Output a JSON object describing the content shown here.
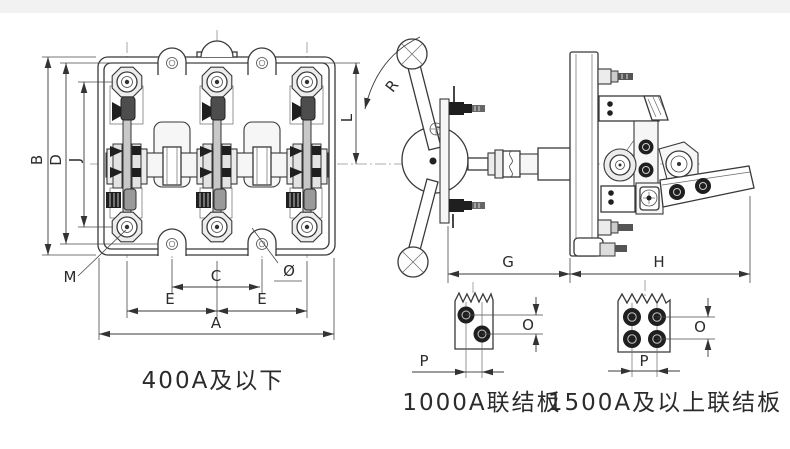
{
  "colors": {
    "ink": "#333333",
    "background": "#ffffff",
    "fill_light": "#ececec",
    "fill_dark": "#1f1f1f"
  },
  "front_view": {
    "caption": "400A及以下",
    "labels": {
      "A": "A",
      "B": "B",
      "C": "C",
      "D": "D",
      "E_left": "E",
      "E_right": "E",
      "J": "J",
      "M": "M",
      "hole_diameter": "Ø"
    }
  },
  "side_view": {
    "labels": {
      "L": "L",
      "R": "R",
      "G": "G",
      "H": "H"
    }
  },
  "connection_plates": {
    "plate_1000": {
      "caption": "1000A联结板",
      "labels": {
        "O": "O",
        "P": "P"
      }
    },
    "plate_1500": {
      "caption": "1500A及以上联结板",
      "labels": {
        "O": "O",
        "P": "P"
      }
    }
  }
}
